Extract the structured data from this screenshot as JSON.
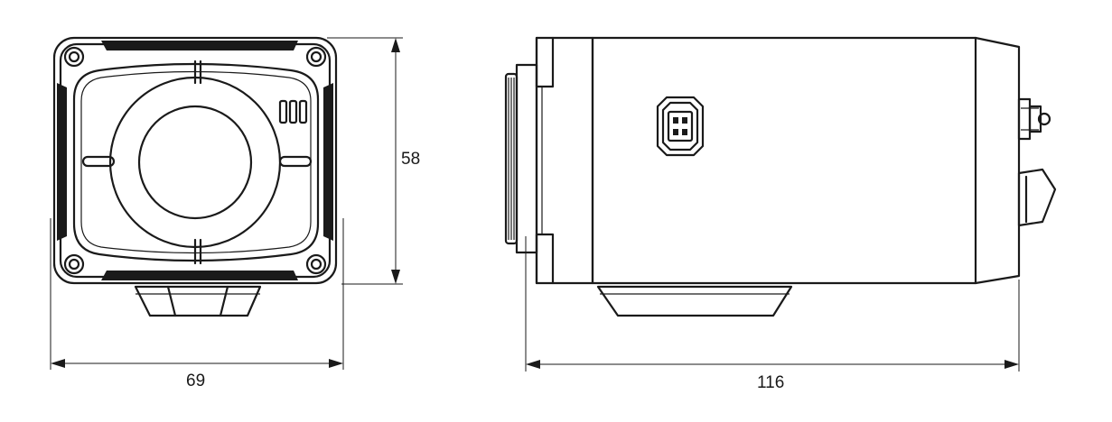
{
  "dimensions": {
    "front_width": "69",
    "height": "58",
    "side_length": "116"
  }
}
